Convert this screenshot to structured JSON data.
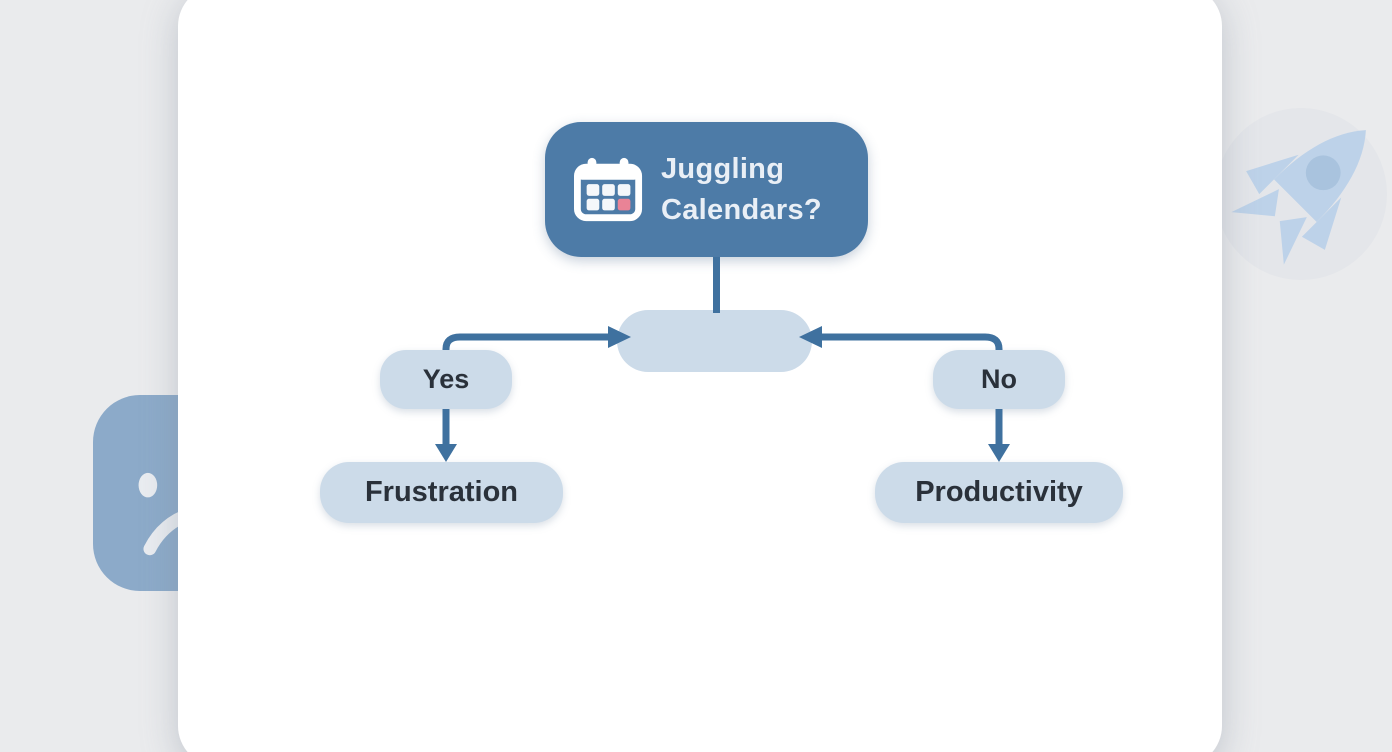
{
  "colors": {
    "background": "#eaebed",
    "card": "#ffffff",
    "primary_box": "#4d7ba7",
    "light_box": "#ccdbe9",
    "arrow": "#3f719f",
    "dark_text": "#2a313a",
    "light_text": "#e9eff6",
    "calendar_pink": "#e98396",
    "face": "#8caac9",
    "face_features": "#e9ecf0",
    "rocket": "#bdd2e9",
    "rocket_window": "#a9c3de",
    "halo_circle": "#e4e6ea"
  },
  "flowchart": {
    "root": {
      "label": "Juggling Calendars?",
      "icon": "calendar-icon"
    },
    "hub": {
      "label": ""
    },
    "branches": [
      {
        "answer": "Yes",
        "outcome": "Frustration"
      },
      {
        "answer": "No",
        "outcome": "Productivity"
      }
    ]
  },
  "decorations": [
    {
      "icon": "sad-face-icon",
      "position": "left"
    },
    {
      "icon": "rocket-icon",
      "position": "right"
    }
  ]
}
